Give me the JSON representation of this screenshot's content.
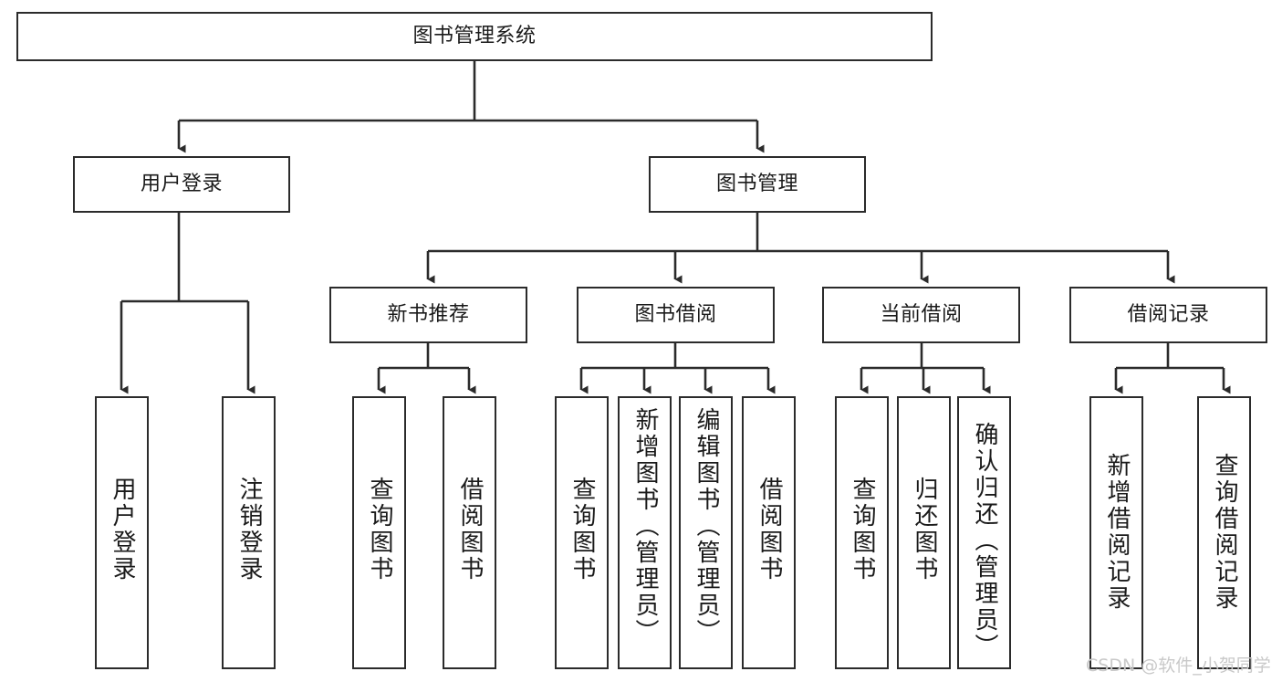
{
  "diagram": {
    "title": "图书管理系统",
    "watermark": "CSDN @软件_小贺同学",
    "line_color": "#2b2b2b",
    "box_border_color": "#2b2b2b",
    "background": "#ffffff",
    "text_color": "#1a1a1a",
    "watermark_color": "#c9c9c9",
    "type": "tree",
    "root": {
      "label": "图书管理系统",
      "children": [
        {
          "label": "用户登录",
          "children": [
            {
              "label": "用户登录"
            },
            {
              "label": "注销登录"
            }
          ]
        },
        {
          "label": "图书管理",
          "children": [
            {
              "label": "新书推荐",
              "children": [
                {
                  "label": "查询图书"
                },
                {
                  "label": "借阅图书"
                }
              ]
            },
            {
              "label": "图书借阅",
              "children": [
                {
                  "label": "查询图书"
                },
                {
                  "label": "新增图书（管理员）"
                },
                {
                  "label": "编辑图书（管理员）"
                },
                {
                  "label": "借阅图书"
                }
              ]
            },
            {
              "label": "当前借阅",
              "children": [
                {
                  "label": "查询图书"
                },
                {
                  "label": "归还图书"
                },
                {
                  "label": "确认归还（管理员）"
                }
              ]
            },
            {
              "label": "借阅记录",
              "children": [
                {
                  "label": "新增借阅记录"
                },
                {
                  "label": "查询借阅记录"
                }
              ]
            }
          ]
        }
      ]
    },
    "nodes": {
      "root": "图书管理系统",
      "l2_user_login": "用户登录",
      "l2_book_mgmt": "图书管理",
      "l3_new_book_rec": "新书推荐",
      "l3_book_borrow": "图书借阅",
      "l3_current_borrow": "当前借阅",
      "l3_borrow_record": "借阅记录",
      "leaf_user_login": "用户登录",
      "leaf_logout": "注销登录",
      "leaf_rec_query_book": "查询图书",
      "leaf_rec_borrow_book": "借阅图书",
      "leaf_borrow_query_book": "查询图书",
      "leaf_borrow_add_book": "新增图书（管理员）",
      "leaf_borrow_edit_book": "编辑图书（管理员）",
      "leaf_borrow_borrow_book": "借阅图书",
      "leaf_cur_query_book": "查询图书",
      "leaf_cur_return_book": "归还图书",
      "leaf_cur_confirm_return": "确认归还（管理员）",
      "leaf_rec_add_record": "新增借阅记录",
      "leaf_rec_query_record": "查询借阅记录"
    }
  }
}
